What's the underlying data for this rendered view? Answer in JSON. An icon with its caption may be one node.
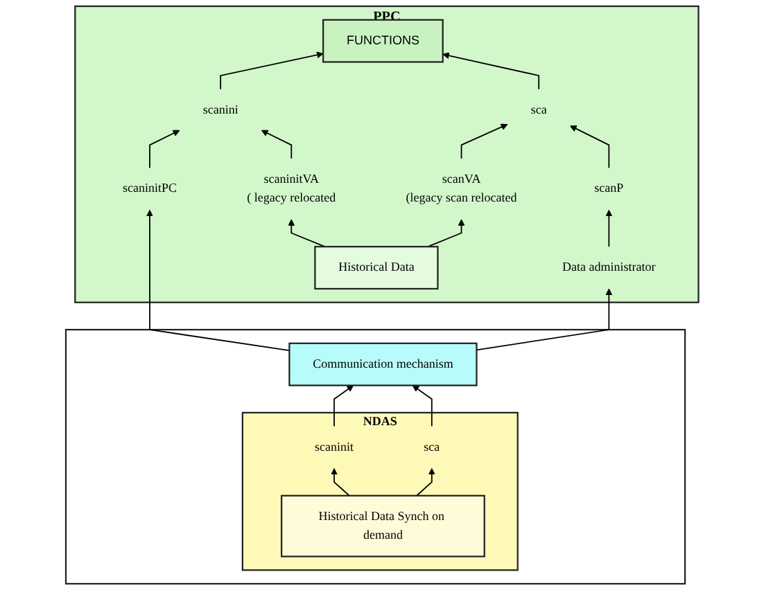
{
  "diagram": {
    "nodes": [
      {
        "text": [
          "PPC"
        ]
      },
      {
        "text": [
          "FUNCTIONS"
        ],
        "in": 0
      },
      {
        "text": [
          "scaninitPC"
        ],
        "in": 0
      },
      {
        "text": [
          "scanP"
        ],
        "in": 0
      },
      {
        "text": [
          "scanini"
        ],
        "in": 0
      },
      {
        "text": [
          "Data administrator"
        ],
        "in": 0
      },
      {
        "text": [
          "sca"
        ],
        "in": 0
      },
      {
        "text": [
          "scaninitVA",
          "( legacy relocated"
        ],
        "in": 0
      },
      {
        "text": [
          "scanVA",
          "(legacy scan relocated"
        ],
        "in": 0
      },
      {
        "text": [
          "Historical Data"
        ],
        "in": 0
      },
      {
        "text": [],
        "shape": "box"
      },
      {
        "text": [
          "Communication mechanism"
        ],
        "in": 10
      },
      {
        "text": [
          "NDAS"
        ],
        "in": 10
      },
      {
        "text": [
          "scaninit"
        ],
        "in": 12
      },
      {
        "text": [
          "sca"
        ],
        "in": 12
      },
      {
        "text": [
          "Historical Data Synch on demand"
        ],
        "in": 12
      }
    ],
    "edges": [
      {
        "from": 4,
        "to": 1,
        "arrow": "to"
      },
      {
        "from": 6,
        "to": 1,
        "arrow": "to"
      },
      {
        "from": 2,
        "to": 4,
        "arrow": "to"
      },
      {
        "from": 3,
        "to": 6,
        "arrow": "to"
      },
      {
        "from": 7,
        "to": 4,
        "arrow": "to"
      },
      {
        "from": 9,
        "to": 7,
        "arrow": "to"
      },
      {
        "from": 8,
        "to": 6,
        "arrow": "to"
      },
      {
        "from": 9,
        "to": 8,
        "arrow": "to"
      },
      {
        "from": 11,
        "to": 2,
        "arrow": "to"
      },
      {
        "from": 11,
        "to": 5,
        "arrow": "to"
      },
      {
        "from": 5,
        "to": 3,
        "arrow": "to"
      },
      {
        "from": 13,
        "to": 11,
        "arrow": "to"
      },
      {
        "from": 14,
        "to": 11,
        "arrow": "to"
      },
      {
        "from": 15,
        "to": 13,
        "arrow": "to"
      },
      {
        "from": 15,
        "to": 14,
        "arrow": "to"
      }
    ]
  }
}
